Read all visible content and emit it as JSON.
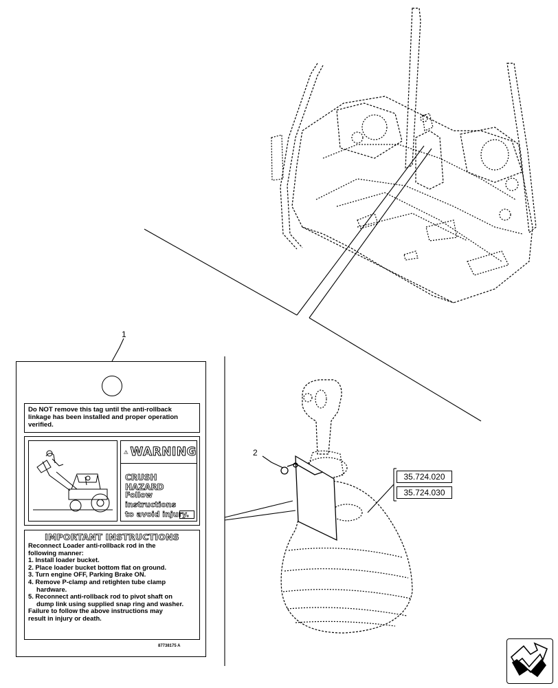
{
  "callouts": {
    "item1": "1",
    "item2": "2"
  },
  "tag": {
    "intro_lines": [
      "Do NOT remove this tag until the anti-rollback",
      "linkage has been installed and proper operation",
      "verified."
    ],
    "warning_word": "WARNING",
    "hazard_title": "CRUSH HAZARD",
    "hazard_text": [
      "Follow instructions",
      "to avoid injury."
    ],
    "instructions_heading": "IMPORTANT INSTRUCTIONS",
    "instruction_lines": [
      "Reconnect Loader anti-rollback rod in the",
      "following manner:",
      "1. Install loader bucket.",
      "2. Place loader bucket bottom flat on ground.",
      "3. Turn engine OFF, Parking Brake ON.",
      "4. Remove P-clamp and retighten tube clamp",
      "hardware.",
      "5. Reconnect anti-rollback rod to pivot shaft on",
      "dump link using supplied snap ring and washer.",
      "Failure to follow the above instructions may",
      "result in injury or death."
    ],
    "part_code": "87738175 A"
  },
  "references": [
    "35.724.020",
    "35.724.030"
  ],
  "icons": {
    "navigation": "next-page-arrow-icon",
    "warning": "warning-triangle-icon"
  }
}
